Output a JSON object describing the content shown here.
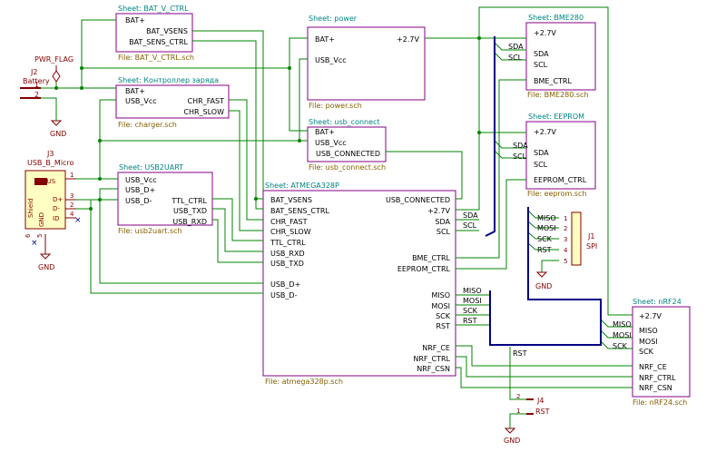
{
  "sheets": {
    "bat_v_ctrl": {
      "name": "Sheet: BAT_V_CTRL",
      "file": "File: BAT_V_CTRL.sch",
      "pins": [
        "BAT+",
        "BAT_VSENS",
        "BAT_SENS_CTRL"
      ]
    },
    "power": {
      "name": "Sheet: power",
      "file": "File: power.sch",
      "pins": [
        "BAT+",
        "USB_Vcc",
        "+2.7V"
      ]
    },
    "bme280": {
      "name": "Sheet: BME280",
      "file": "File: BME280.sch",
      "pins": [
        "+2.7V",
        "SDA",
        "SCL",
        "BME_CTRL"
      ]
    },
    "charger": {
      "name": "Sheet: Контроллер заряда",
      "file": "File: charger.sch",
      "pins": [
        "BAT+",
        "USB_Vcc",
        "CHR_FAST",
        "CHR_SLOW"
      ]
    },
    "usb_connect": {
      "name": "Sheet: usb_connect",
      "file": "File: usb_connect.sch",
      "pins": [
        "BAT+",
        "USB_Vcc",
        "USB_CONNECTED"
      ]
    },
    "eeprom": {
      "name": "Sheet: EEPROM",
      "file": "File: eeprom.sch",
      "pins": [
        "+2.7V",
        "SDA",
        "SCL",
        "EEPROM_CTRL"
      ]
    },
    "usb2uart": {
      "name": "Sheet: USB2UART",
      "file": "File: usb2uart.sch",
      "pins": [
        "USB_Vcc",
        "USB_D+",
        "USB_D-",
        "TTL_CTRL",
        "USB_TXD",
        "USB_RXD"
      ]
    },
    "atmega": {
      "name": "Sheet: ATMEGA328P",
      "file": "File: atmega328p.sch",
      "left_pins": [
        "BAT_VSENS",
        "BAT_SENS_CTRL",
        "CHR_FAST",
        "CHR_SLOW",
        "TTL_CTRL",
        "USB_RXD",
        "USB_TXD",
        "USB_D+",
        "USB_D-"
      ],
      "right_pins": [
        "USB_CONNECTED",
        "+2.7V",
        "SDA",
        "SCL",
        "BME_CTRL",
        "EEPROM_CTRL",
        "MISO",
        "MOSI",
        "SCK",
        "RST",
        "NRF_CE",
        "NRF_CTRL",
        "NRF_CSN"
      ]
    },
    "nrf24": {
      "name": "Sheet: nRF24",
      "file": "File: nRF24.sch",
      "pins": [
        "+2.7V",
        "MISO",
        "MOSI",
        "SCK",
        "NRF_CE",
        "NRF_CTRL",
        "NRF_CSN"
      ]
    }
  },
  "components": {
    "j2": {
      "ref": "J2",
      "value": "Battery",
      "pins": [
        "1",
        "2"
      ]
    },
    "pwr_flag": {
      "label": "PWR_FLAG"
    },
    "j3": {
      "ref": "J3",
      "value": "USB_B_Micro",
      "pins": [
        "VBUS",
        "D+",
        "D-",
        "ID"
      ],
      "pin_numbers": [
        "1",
        "3",
        "2",
        "4"
      ],
      "shield": "Shield",
      "gnd_pin": "GND",
      "extra_pins": [
        "6",
        "5"
      ]
    },
    "j1": {
      "ref": "J1",
      "value": "SPI",
      "pins": [
        "MISO",
        "MOSI",
        "SCK",
        "RST",
        ""
      ],
      "pin_numbers": [
        "1",
        "2",
        "3",
        "4",
        "5"
      ]
    },
    "j4": {
      "ref": "J4",
      "value": "RST",
      "pin_numbers": [
        "2",
        "1"
      ]
    }
  },
  "labels": {
    "gnd": "GND",
    "bus_bme": [
      "SDA",
      "SCL"
    ],
    "bus_eeprom": [
      "SDA",
      "SCL"
    ],
    "bus_atmega_i2c": [
      "SDA",
      "SCL"
    ],
    "bus_atmega_spi": [
      "MISO",
      "MOSI",
      "SCK",
      "RST"
    ],
    "bus_nrf": [
      "MISO",
      "MOSI",
      "SCK"
    ],
    "rst": "RST"
  },
  "colors": {
    "sheet_border": "#840084",
    "wire": "#008400",
    "bus": "#000084",
    "sheet_name": "#008484",
    "sheet_file": "#846000",
    "pin_text": "#000000",
    "component": "#840000",
    "component_fill": "#ffffc2"
  }
}
